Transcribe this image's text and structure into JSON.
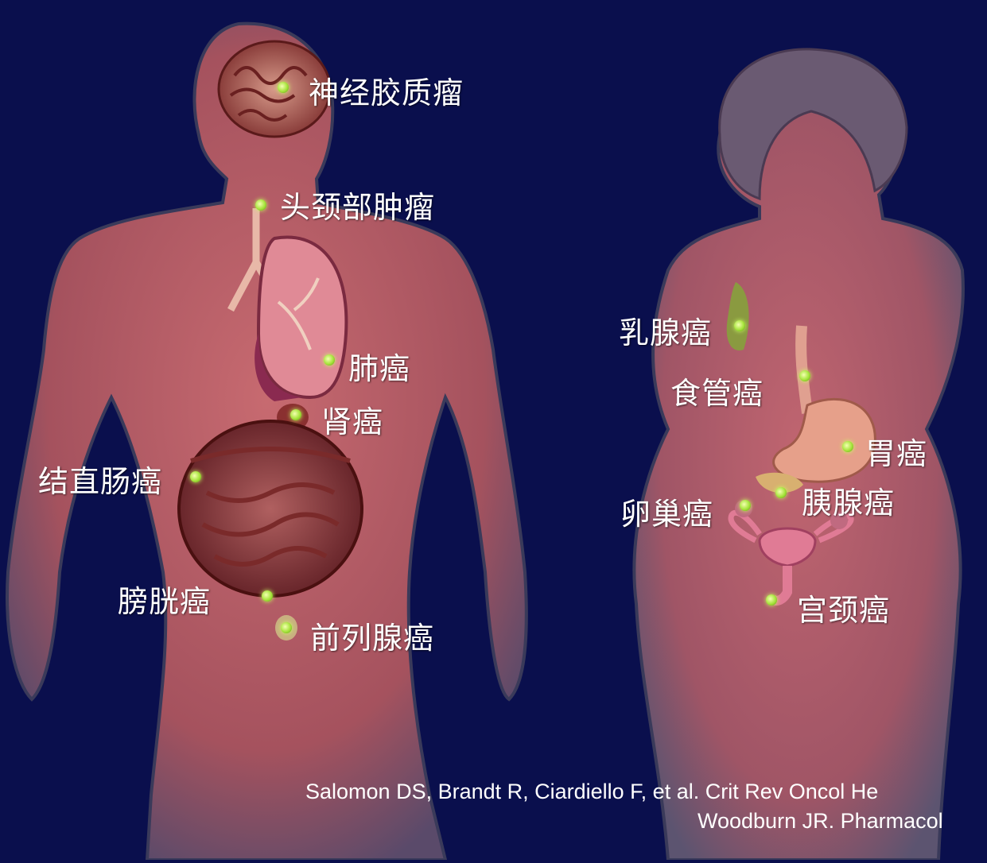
{
  "male_labels": {
    "glioma": "神经胶质瘤",
    "head_neck": "头颈部肿瘤",
    "lung": "肺癌",
    "kidney": "肾癌",
    "colorectal": "结直肠癌",
    "bladder": "膀胱癌",
    "prostate": "前列腺癌"
  },
  "female_labels": {
    "breast": "乳腺癌",
    "esophageal": "食管癌",
    "gastric": "胃癌",
    "ovarian": "卵巢癌",
    "pancreatic": "胰腺癌",
    "cervical": "宫颈癌"
  },
  "citation": {
    "line1": "Salomon DS, Brandt R, Ciardiello F, et al. Crit Rev Oncol He",
    "line2": "Woodburn JR. Pharmacol"
  },
  "colors": {
    "background": "#0a0f4d",
    "skin": "#b8606a",
    "marker": "#a5e33a"
  }
}
